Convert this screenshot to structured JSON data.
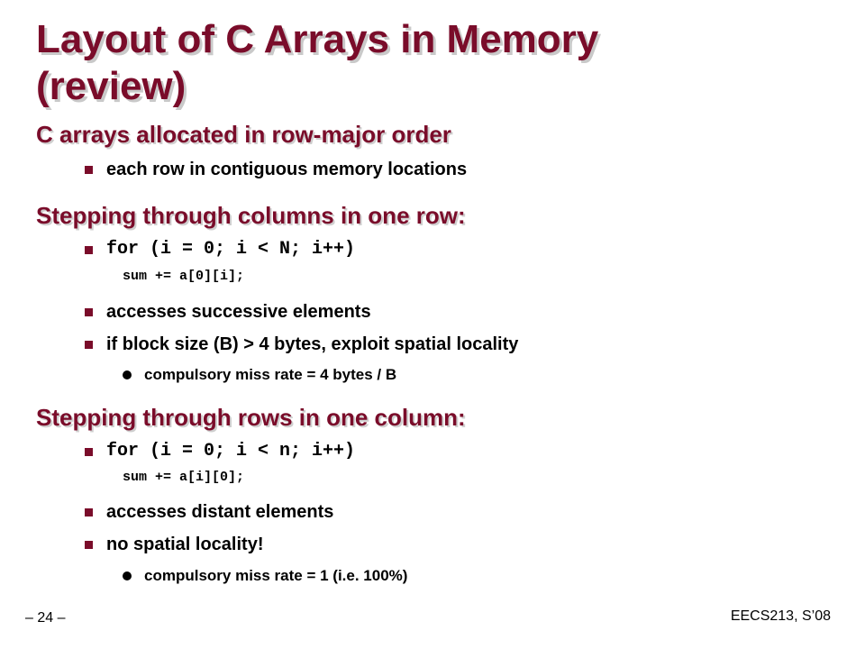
{
  "slide": {
    "title_line1": "Layout of C Arrays in Memory",
    "title_line2": "(review)",
    "section1": {
      "heading": "C arrays allocated in row-major order",
      "bullet1": "each row in contiguous memory locations"
    },
    "section2": {
      "heading": "Stepping through columns in one row:",
      "code_line1": "for (i = 0; i < N; i++)",
      "code_line2": "sum += a[0][i];",
      "bullet2": "accesses successive elements",
      "bullet3": "if block size (B) > 4 bytes, exploit spatial locality",
      "sub_bullet": "compulsory miss rate = 4 bytes / B"
    },
    "section3": {
      "heading": "Stepping through rows in one column:",
      "code_line1": "for (i = 0; i < n; i++)",
      "code_line2": "sum += a[i][0];",
      "bullet2": "accesses distant elements",
      "bullet3": "no spatial locality!",
      "sub_bullet": "compulsory miss rate = 1 (i.e. 100%)"
    },
    "footer": {
      "page_number": "– 24 –",
      "course": "EECS213, S’08"
    }
  },
  "colors": {
    "accent": "#7a0c2a",
    "shadow": "#c9c9c9"
  }
}
